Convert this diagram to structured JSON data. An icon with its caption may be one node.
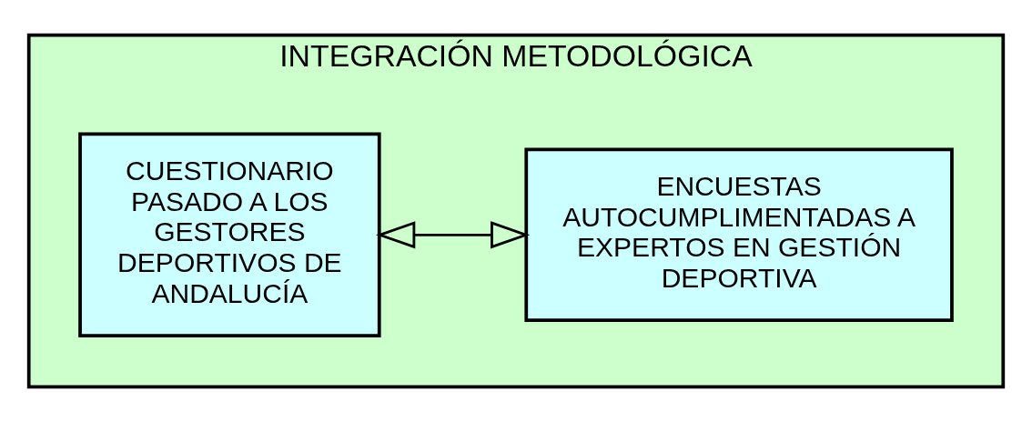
{
  "diagram": {
    "nodes": [
      {
        "text": [
          "INTEGRACIÓN METODOLÓGICA"
        ]
      },
      {
        "text": [
          "CUESTIONARIO PASADO A LOS GESTORES DEPORTIVOS DE ANDALUCÍA"
        ],
        "in": 0
      },
      {
        "text": [
          "ENCUESTAS AUTOCUMPLIMENTADAS A EXPERTOS EN GESTIÓN DEPORTIVA"
        ],
        "in": 0
      }
    ],
    "edges": [
      {
        "from": 1,
        "to": 2,
        "arrow": "both"
      }
    ]
  }
}
